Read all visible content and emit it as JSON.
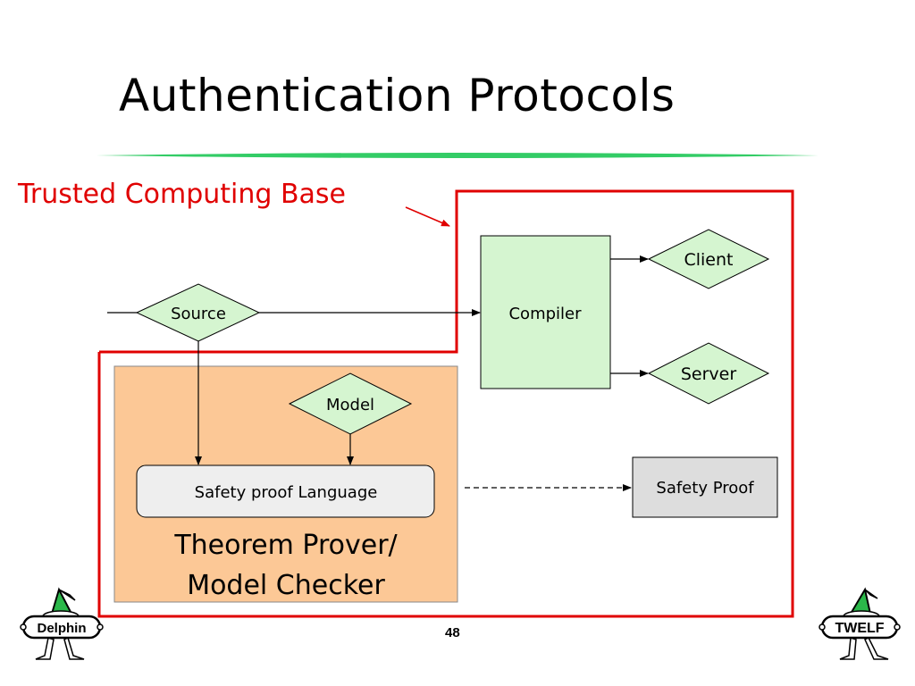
{
  "slide": {
    "title": "Authentication Protocols",
    "page_number": "48"
  },
  "diagram": {
    "tcb_label": "Trusted Computing Base",
    "nodes": {
      "source": "Source",
      "compiler": "Compiler",
      "client": "Client",
      "server": "Server",
      "model": "Model",
      "safety_proof_language": "Safety proof Language",
      "theorem_prover_line1": "Theorem Prover/",
      "theorem_prover_line2": "Model Checker",
      "safety_proof": "Safety Proof"
    }
  },
  "logos": {
    "left": {
      "label": "Delphin",
      "icon": "elf-mascot-icon"
    },
    "right": {
      "label": "TWELF",
      "icon": "elf-mascot-icon"
    }
  },
  "colors": {
    "title_rule": "#33cc66",
    "tcb_border": "#e00000",
    "node_fill_green": "#d5f5d0",
    "prover_fill": "#fcc896",
    "gray_fill": "#dddddd",
    "language_fill": "#eeeeee"
  }
}
